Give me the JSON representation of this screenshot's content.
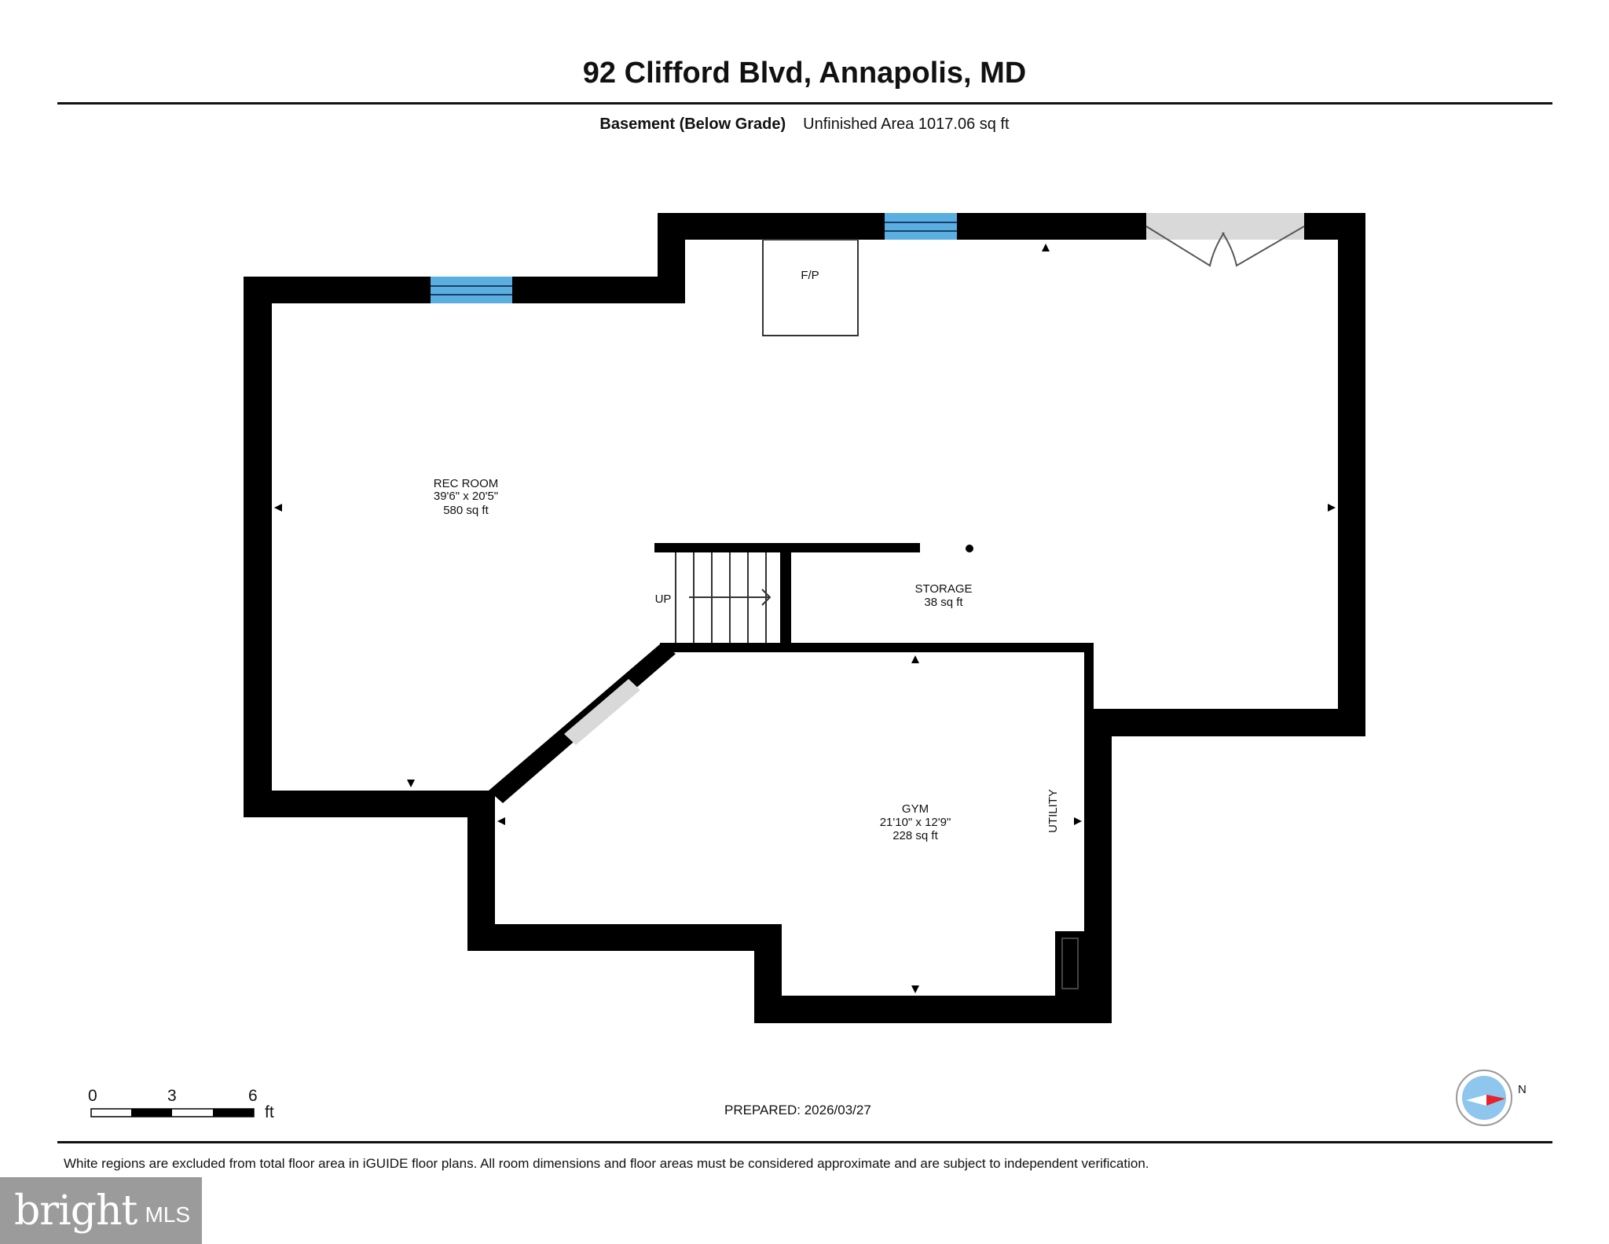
{
  "header": {
    "address": "92 Clifford Blvd, Annapolis, MD",
    "level": "Basement (Below Grade)",
    "area_text": "Unfinished Area 1017.06 sq ft"
  },
  "rooms": {
    "rec_room": {
      "name": "REC ROOM",
      "dims": "39'6\" x 20'5\"",
      "area": "580 sq ft"
    },
    "storage": {
      "name": "STORAGE",
      "area": "38 sq ft"
    },
    "gym": {
      "name": "GYM",
      "dims": "21'10\" x 12'9\"",
      "area": "228 sq ft"
    },
    "utility": {
      "name": "UTILITY"
    },
    "fireplace": {
      "name": "F/P"
    },
    "stairs": {
      "name": "UP"
    }
  },
  "scale_bar": {
    "labels": [
      "0",
      "3",
      "6"
    ],
    "unit": "ft"
  },
  "prepared": "PREPARED: 2026/03/27",
  "compass": {
    "label": "N"
  },
  "disclaimer": "White regions are excluded from total floor area in iGUIDE floor plans. All room dimensions and floor areas must be considered approximate and are subject to independent verification.",
  "logo": {
    "brand": "bright",
    "suffix": "MLS"
  },
  "colors": {
    "wall": "#000000",
    "window": "#5aaee0",
    "door": "#d9d9d9",
    "compass_red": "#e8212a"
  }
}
